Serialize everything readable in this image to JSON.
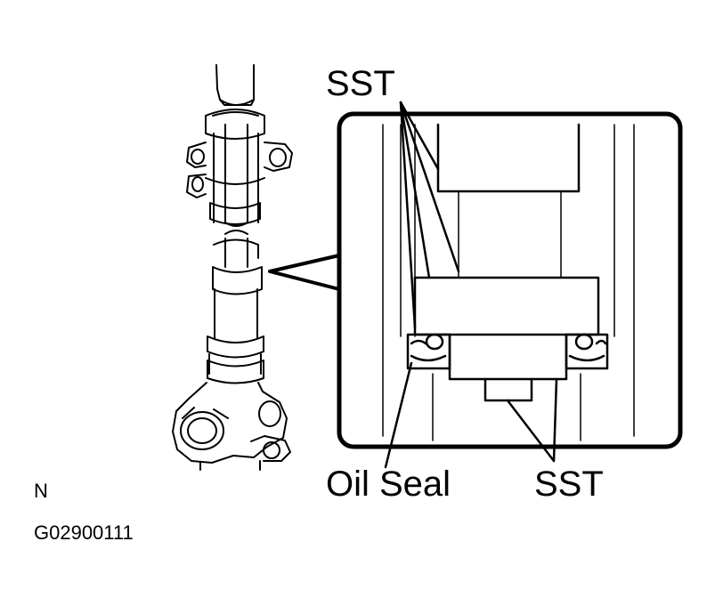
{
  "labels": {
    "sst_top": "SST",
    "oil_seal": "Oil Seal",
    "sst_bottom": "SST",
    "orientation": "N",
    "figure_id": "G02900111"
  }
}
